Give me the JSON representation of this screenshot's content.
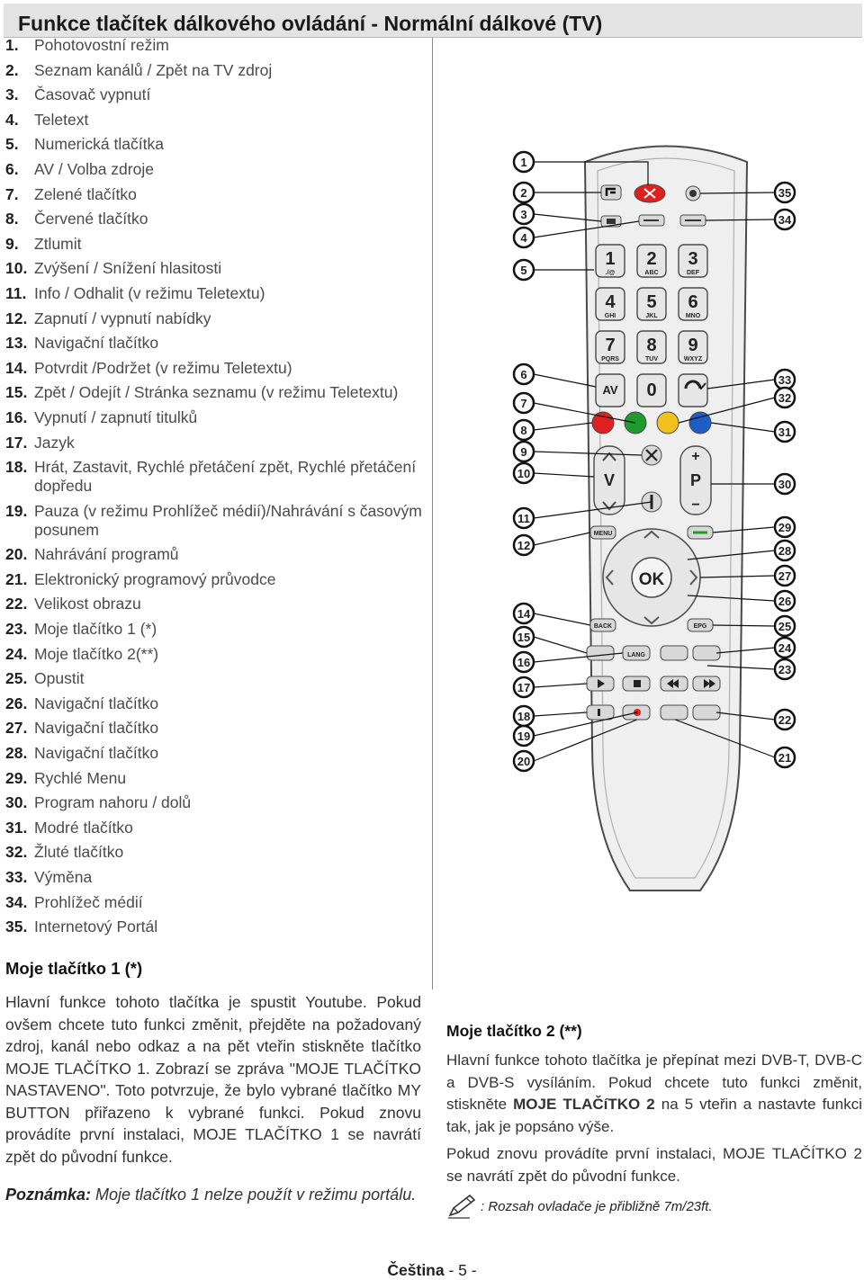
{
  "title": "Funkce tlačítek dálkového ovládání - Normální dálkové (TV)",
  "legend": [
    {
      "num": "1.",
      "text": "Pohotovostní režim"
    },
    {
      "num": "2.",
      "text": "Seznam kanálů / Zpět na TV zdroj"
    },
    {
      "num": "3.",
      "text": "Časovač vypnutí"
    },
    {
      "num": "4.",
      "text": "Teletext"
    },
    {
      "num": "5.",
      "text": "Numerická tlačítka"
    },
    {
      "num": "6.",
      "text": "AV / Volba zdroje"
    },
    {
      "num": "7.",
      "text": "Zelené tlačítko"
    },
    {
      "num": "8.",
      "text": "Červené tlačítko"
    },
    {
      "num": "9.",
      "text": "Ztlumit"
    },
    {
      "num": "10.",
      "text": "Zvýšení / Snížení hlasitosti"
    },
    {
      "num": "11.",
      "text": "Info / Odhalit (v režimu Teletextu)"
    },
    {
      "num": "12.",
      "text": "Zapnutí / vypnutí nabídky"
    },
    {
      "num": "13.",
      "text": "Navigační tlačítko"
    },
    {
      "num": "14.",
      "text": "Potvrdit /Podržet (v režimu Teletextu)"
    },
    {
      "num": "15.",
      "text": "Zpět / Odejít / Stránka seznamu (v režimu Teletextu)"
    },
    {
      "num": "16.",
      "text": "Vypnutí / zapnutí titulků"
    },
    {
      "num": "17.",
      "text": "Jazyk"
    },
    {
      "num": "18.",
      "text": "Hrát, Zastavit, Rychlé přetáčení zpět, Rychlé přetáčení dopředu"
    },
    {
      "num": "19.",
      "text": "Pauza (v režimu Prohlížeč médií)/Nahrávání s časovým posunem"
    },
    {
      "num": "20.",
      "text": "Nahrávání programů"
    },
    {
      "num": "21.",
      "text": "Elektronický programový průvodce"
    },
    {
      "num": "22.",
      "text": "Velikost obrazu"
    },
    {
      "num": "23.",
      "text": "Moje tlačítko 1 (*)"
    },
    {
      "num": "24.",
      "text": "Moje tlačítko 2(**)"
    },
    {
      "num": "25.",
      "text": "Opustit"
    },
    {
      "num": "26.",
      "text": "Navigační tlačítko"
    },
    {
      "num": "27.",
      "text": "Navigační tlačítko"
    },
    {
      "num": "28.",
      "text": "Navigační tlačítko"
    },
    {
      "num": "29.",
      "text": "Rychlé Menu"
    },
    {
      "num": "30.",
      "text": "Program nahoru / dolů"
    },
    {
      "num": "31.",
      "text": "Modré tlačítko"
    },
    {
      "num": "32.",
      "text": "Žluté tlačítko"
    },
    {
      "num": "33.",
      "text": "Výměna"
    },
    {
      "num": "34.",
      "text": "Prohlížeč médií"
    },
    {
      "num": "35.",
      "text": "Internetový Portál"
    }
  ],
  "section1": {
    "heading": "Moje tlačítko 1 (*)",
    "body": "Hlavní funkce tohoto tlačítka je spustit Youtube. Pokud ovšem chcete tuto funkci změnit, přejděte na požadovaný zdroj, kanál nebo odkaz a na pět vteřin stiskněte tlačítko MOJE TLAČÍTKO 1. Zobrazí se zpráva \"MOJE TLAČÍTKO NASTAVENO\". Toto potvrzuje, že bylo vybrané tlačítko MY BUTTON přiřazeno k vybrané funkci. Pokud znovu provádíte první instalaci, MOJE TLAČÍTKO 1 se navrátí zpět do původní funkce.",
    "note_label": "Poznámka:",
    "note_text": " Moje tlačítko 1 nelze použít v režimu portálu."
  },
  "section2": {
    "heading": "Moje tlačítko 2 (**)",
    "body_a": "Hlavní funkce tohoto tlačítka je přepínat mezi DVB-T, DVB-C a DVB-S vysíláním. Pokud chcete tuto funkci změnit, stiskněte ",
    "body_bold": "MOJE TLAČíTKO 2",
    "body_b": " na 5 vteřin a nastavte funkci tak, jak je popsáno výše.",
    "body2": "Pokud znovu provádíte první instalaci, MOJE TLAČÍTKO 2 se navrátí zpět do původní funkce.",
    "note": ": Rozsah ovladače je přibližně 7m/23ft."
  },
  "footer": {
    "lang": "Čeština",
    "page": " - 5 -"
  },
  "remote": {
    "callouts_left": [
      "1",
      "2",
      "3",
      "4",
      "5",
      "6",
      "7",
      "8",
      "9",
      "10",
      "11",
      "12",
      "14",
      "15",
      "16",
      "17",
      "18",
      "19",
      "20"
    ],
    "callouts_right": [
      "35",
      "34",
      "33",
      "32",
      "31",
      "30",
      "29",
      "28",
      "27",
      "26",
      "25",
      "24",
      "23",
      "22",
      "21"
    ],
    "num_keys": [
      {
        "d": "1",
        "s": "./@"
      },
      {
        "d": "2",
        "s": "ABC"
      },
      {
        "d": "3",
        "s": "DEF"
      },
      {
        "d": "4",
        "s": "GHI"
      },
      {
        "d": "5",
        "s": "JKL"
      },
      {
        "d": "6",
        "s": "MNO"
      },
      {
        "d": "7",
        "s": "PQRS"
      },
      {
        "d": "8",
        "s": "TUV"
      },
      {
        "d": "9",
        "s": "WXYZ"
      }
    ],
    "zero": "0",
    "av_label": "AV",
    "ok": "OK",
    "v_label": "V",
    "p_label": "P",
    "menu_label": "MENU",
    "back_label": "BACK",
    "epg_label": "EPG",
    "lang_label": "LANG",
    "colors": {
      "red": "#e02020",
      "green": "#1e9a2e",
      "yellow": "#f2c21c",
      "blue": "#1e5cc8",
      "body": "#efefef",
      "outline": "#4a4a4a"
    }
  }
}
